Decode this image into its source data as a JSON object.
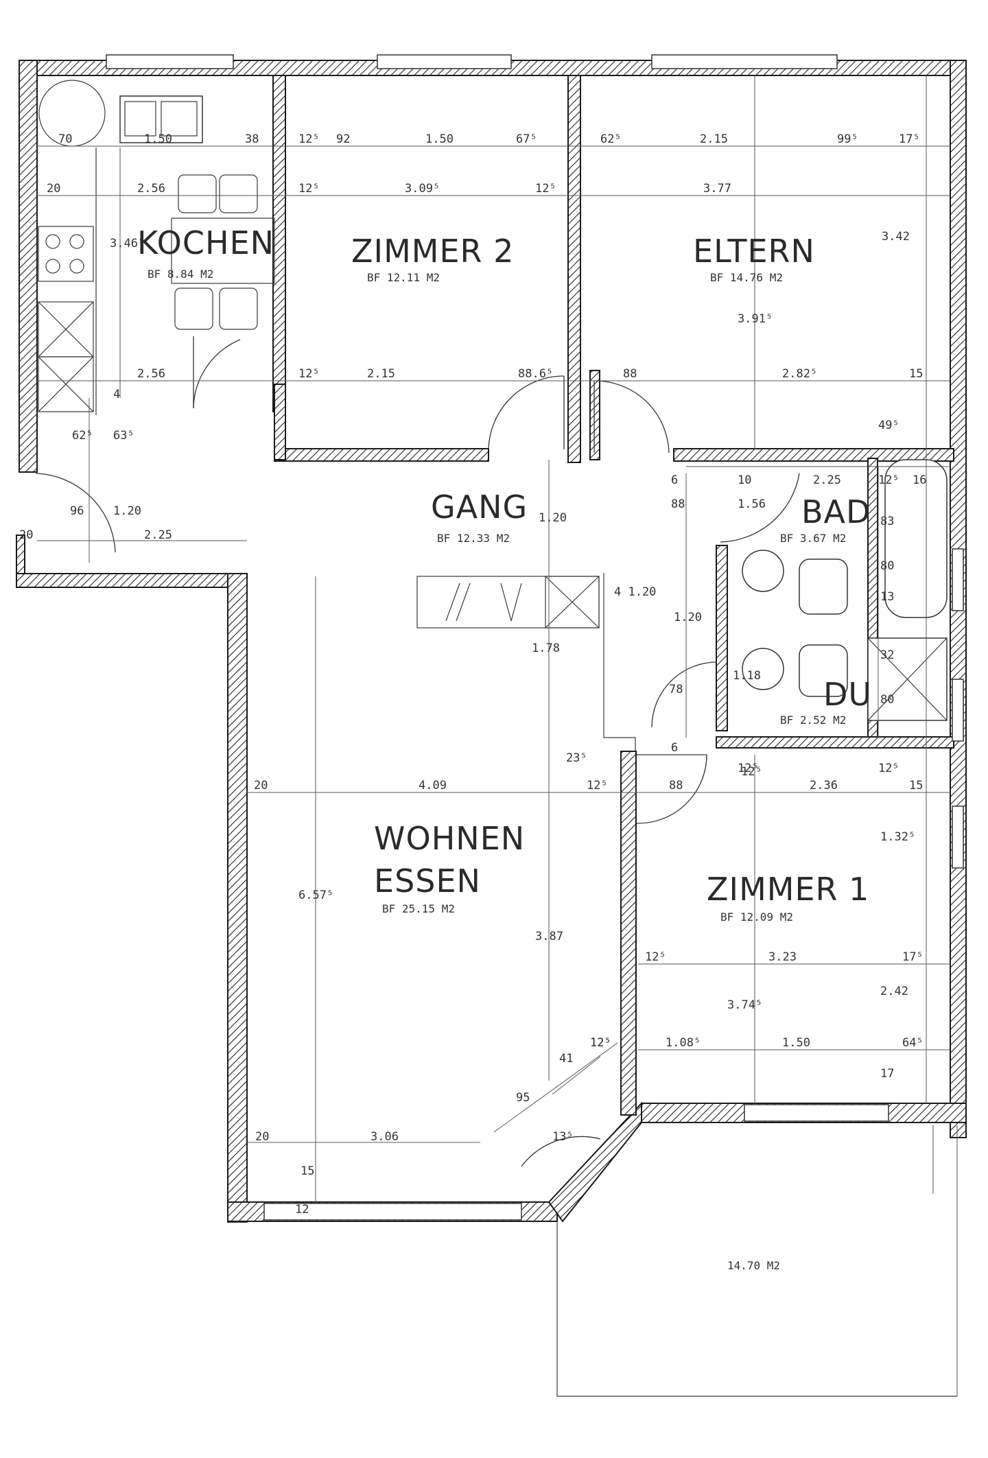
{
  "rooms": {
    "kochen": {
      "name": "KOCHEN",
      "area": "BF 8.84 M2"
    },
    "zimmer2": {
      "name": "ZIMMER 2",
      "area": "BF 12.11 M2"
    },
    "eltern": {
      "name": "ELTERN",
      "area": "BF 14.76 M2"
    },
    "gang": {
      "name": "GANG",
      "area": "BF 12.33 M2"
    },
    "bad": {
      "name": "BAD",
      "area": "BF 3.67 M2"
    },
    "du": {
      "name": "DU",
      "area": "BF 2.52 M2"
    },
    "wohnen": {
      "name1": "WOHNEN",
      "name2": "ESSEN",
      "area": "BF 25.15 M2"
    },
    "zimmer1": {
      "name": "ZIMMER 1",
      "area": "BF 12.09 M2"
    },
    "terrasse": {
      "area": "14.70 M2"
    }
  },
  "dims": {
    "top_row": [
      "70",
      "1.50",
      "38",
      "12⁵",
      "92",
      "1.50",
      "67⁵",
      "62⁵",
      "2.15",
      "99⁵",
      "17⁵"
    ],
    "second_row": [
      "20",
      "2.56",
      "12⁵",
      "3.09⁵",
      "12⁵",
      "3.77"
    ],
    "mid_row": [
      "2.56",
      "12⁵",
      "2.15",
      "88.6⁵",
      "88",
      "2.82⁵",
      "15"
    ],
    "gang": [
      "2.25",
      "20",
      "96",
      "1.20",
      "62⁵",
      "63⁵",
      "4",
      "1.20",
      "1.56",
      "88",
      "6"
    ],
    "bad": [
      "10",
      "2.25",
      "12⁵",
      "16",
      "83",
      "80",
      "13"
    ],
    "vert": [
      "3.46⁵",
      "3.91⁵",
      "3.42",
      "49⁵",
      "1.78",
      "1.20",
      "1.18",
      "78",
      "6",
      "4 1.20",
      "32",
      "80",
      "12⁵"
    ],
    "wohnen_row": [
      "20",
      "4.09",
      "12⁵",
      "23⁵",
      "88",
      "12⁵",
      "2.36",
      "12⁵",
      "15"
    ],
    "wohnen_vert": [
      "6.57⁵",
      "3.87",
      "1.32⁵"
    ],
    "zimmer1_rows": [
      "12⁵",
      "3.23",
      "17⁵",
      "3.74⁵",
      "2.42",
      "1.08⁵",
      "1.50",
      "64⁵",
      "12⁵",
      "17"
    ],
    "bottom": [
      "20",
      "3.06",
      "15",
      "12",
      "13⁵",
      "41",
      "95",
      "12⁵"
    ]
  }
}
